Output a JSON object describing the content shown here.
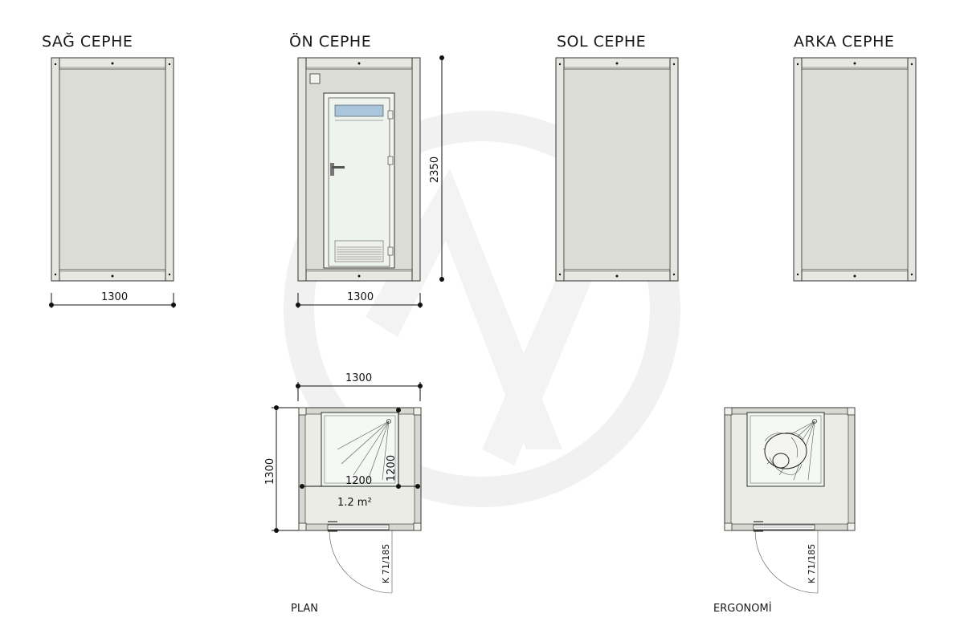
{
  "views": {
    "right": {
      "title": "SAĞ CEPHE",
      "width_dim": "1300"
    },
    "front": {
      "title": "ÖN CEPHE",
      "width_dim": "1300",
      "height_dim": "2350"
    },
    "left": {
      "title": "SOL CEPHE"
    },
    "back": {
      "title": "ARKA CEPHE"
    }
  },
  "plan": {
    "caption": "PLAN",
    "top_dim": "1300",
    "side_dim": "1300",
    "shower_width_dim": "1200",
    "shower_depth_dim": "1200",
    "area": "1.2 m²",
    "door_label": "K 71/185"
  },
  "ergonomics": {
    "caption": "ERGONOMİ",
    "door_label": "K 71/185"
  },
  "colors": {
    "panel": "#dcdcd6",
    "frame": "#e8e8e2",
    "glass": "#eef3ef",
    "transom": "#a9c6dc",
    "watermark": "#f3f3f3"
  }
}
